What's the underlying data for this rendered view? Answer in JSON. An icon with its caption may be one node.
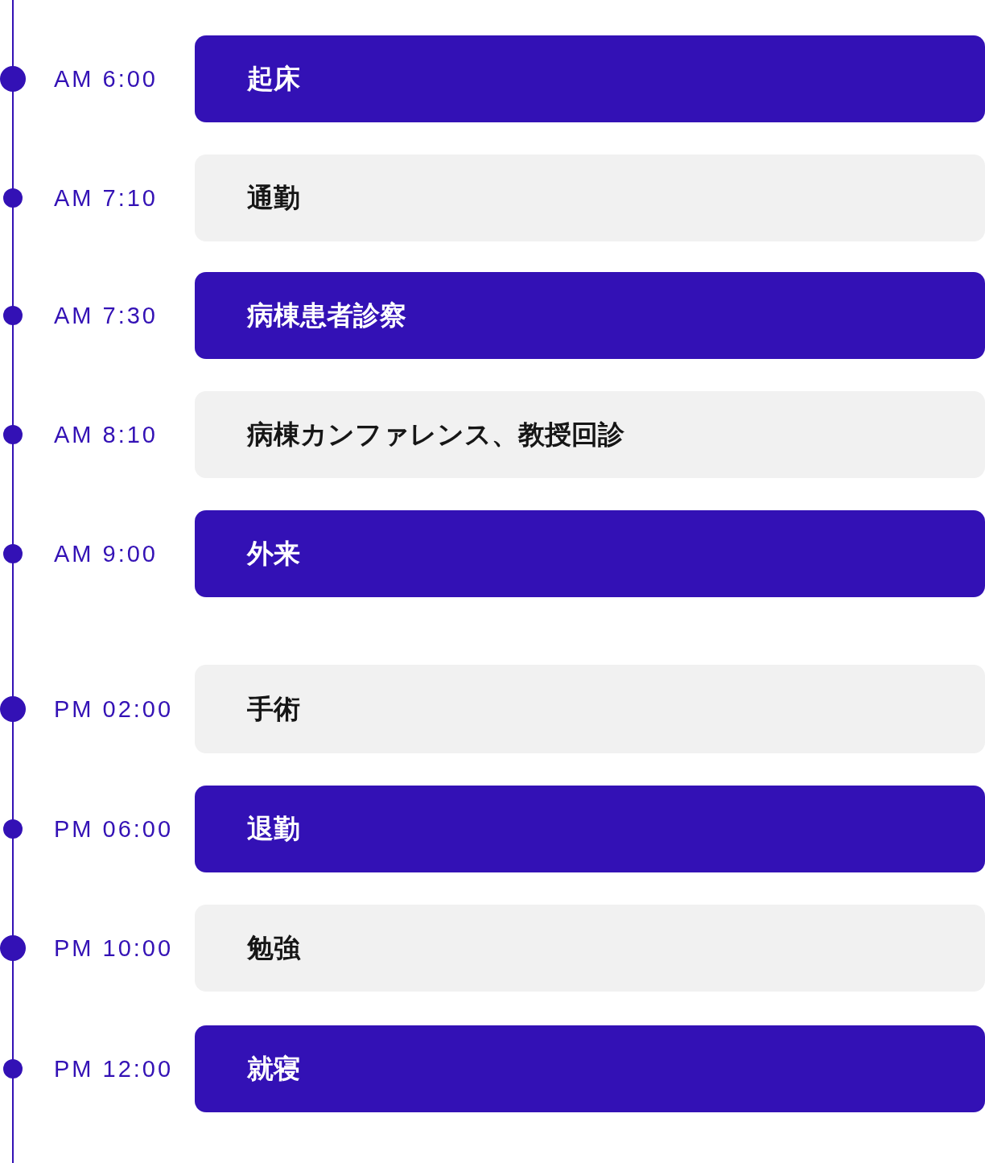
{
  "diagram": {
    "nodes": [
      {
        "text": [
          "起床"
        ],
        "beside": [
          "AM 6:00"
        ]
      },
      {
        "text": [
          "通勤"
        ],
        "beside": [
          "AM 7:10"
        ]
      },
      {
        "text": [
          "病棟患者診察"
        ],
        "beside": [
          "AM 7:30"
        ]
      },
      {
        "text": [
          "病棟カンファレンス、教授回診"
        ],
        "beside": [
          "AM 8:10"
        ]
      },
      {
        "text": [
          "外来"
        ],
        "beside": [
          "AM 9:00"
        ]
      },
      {
        "text": [
          "手術"
        ],
        "beside": [
          "PM 02:00"
        ]
      },
      {
        "text": [
          "退勤"
        ],
        "beside": [
          "PM 06:00"
        ]
      },
      {
        "text": [
          "勉強"
        ],
        "beside": [
          "PM 10:00"
        ]
      },
      {
        "text": [
          "就寝"
        ],
        "beside": [
          "PM 12:00"
        ]
      }
    ]
  }
}
